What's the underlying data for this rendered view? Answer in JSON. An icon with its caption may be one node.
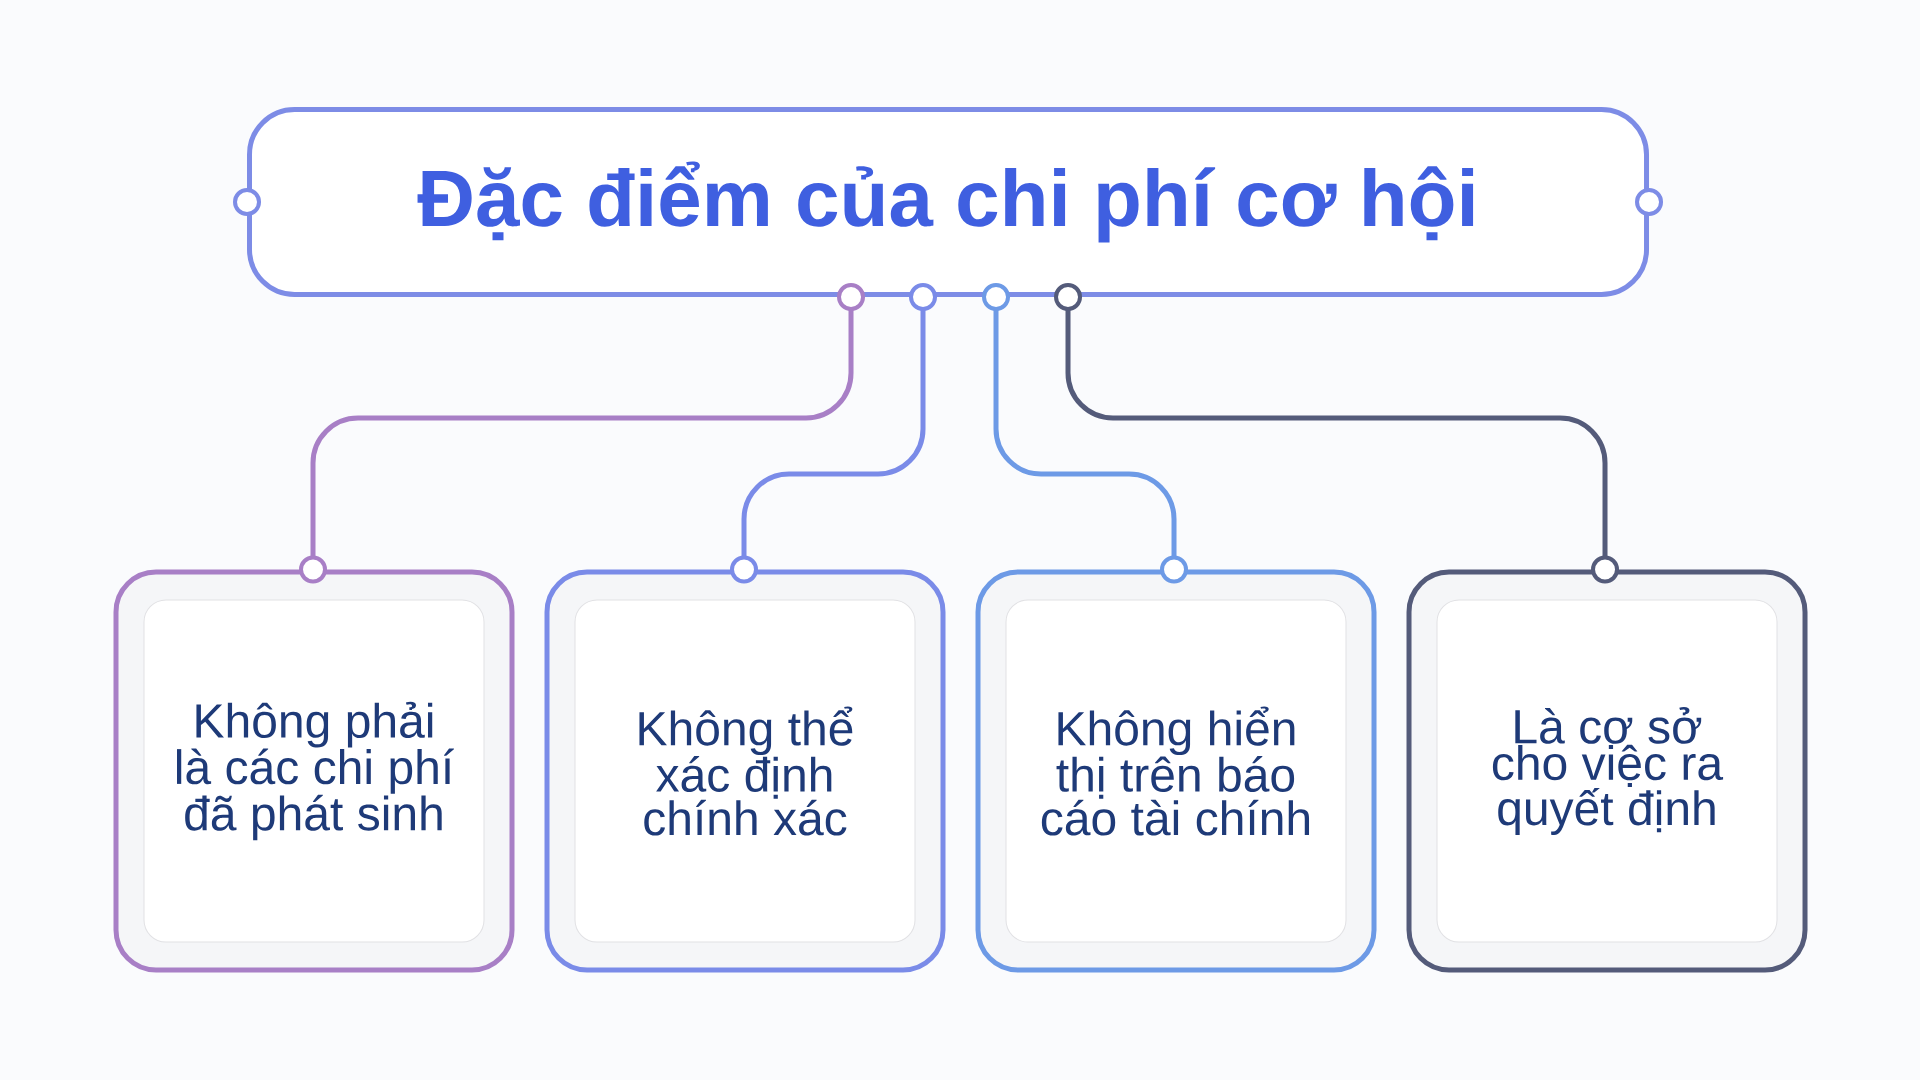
{
  "diagram": {
    "nodes": [
      {
        "text": [
          "Đặc điểm của chi phí cơ hội"
        ]
      },
      {
        "text": [
          "Không phải là các chi phí đã phát sinh"
        ]
      },
      {
        "text": [
          "Không thể xác định chính xác"
        ]
      },
      {
        "text": [
          "Không hiển thị trên báo cáo tài chính"
        ]
      },
      {
        "text": [
          "Là cơ sở cho việc ra quyết định"
        ]
      }
    ],
    "edges": [
      {
        "from": 0,
        "to": 1,
        "arrow": "other",
        "color": "#a87fc6"
      },
      {
        "from": 0,
        "to": 2,
        "arrow": "other",
        "color": "#7a8be8"
      },
      {
        "from": 0,
        "to": 3,
        "arrow": "other",
        "color": "#6d9ae6"
      },
      {
        "from": 0,
        "to": 4,
        "arrow": "other",
        "color": "#545b7a"
      }
    ]
  }
}
